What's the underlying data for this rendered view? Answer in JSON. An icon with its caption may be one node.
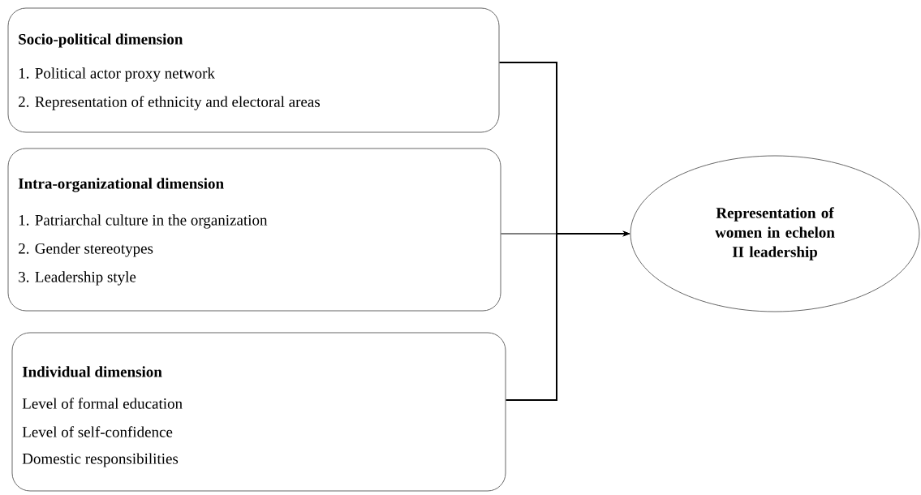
{
  "diagram": {
    "nodes": [
      {
        "text": [
          "Socio-political dimension",
          "1. Political actor proxy network",
          "2. Representation of ethnicity and electoral areas"
        ]
      },
      {
        "text": [
          "Intra-organizational dimension",
          "1. Patriarchal culture in the organization",
          "2. Gender stereotypes",
          "3. Leadership style"
        ]
      },
      {
        "text": [
          "Individual dimension",
          "Level of formal education",
          "Level of self-confidence",
          "Domestic responsibilities"
        ]
      },
      {
        "text": [
          "Representation of women in echelon II leadership"
        ]
      }
    ],
    "edges": [
      {
        "from": 0,
        "to": 3,
        "arrow": "to"
      },
      {
        "from": 1,
        "to": 3,
        "arrow": "to"
      },
      {
        "from": 2,
        "to": 3,
        "arrow": "to"
      }
    ]
  }
}
